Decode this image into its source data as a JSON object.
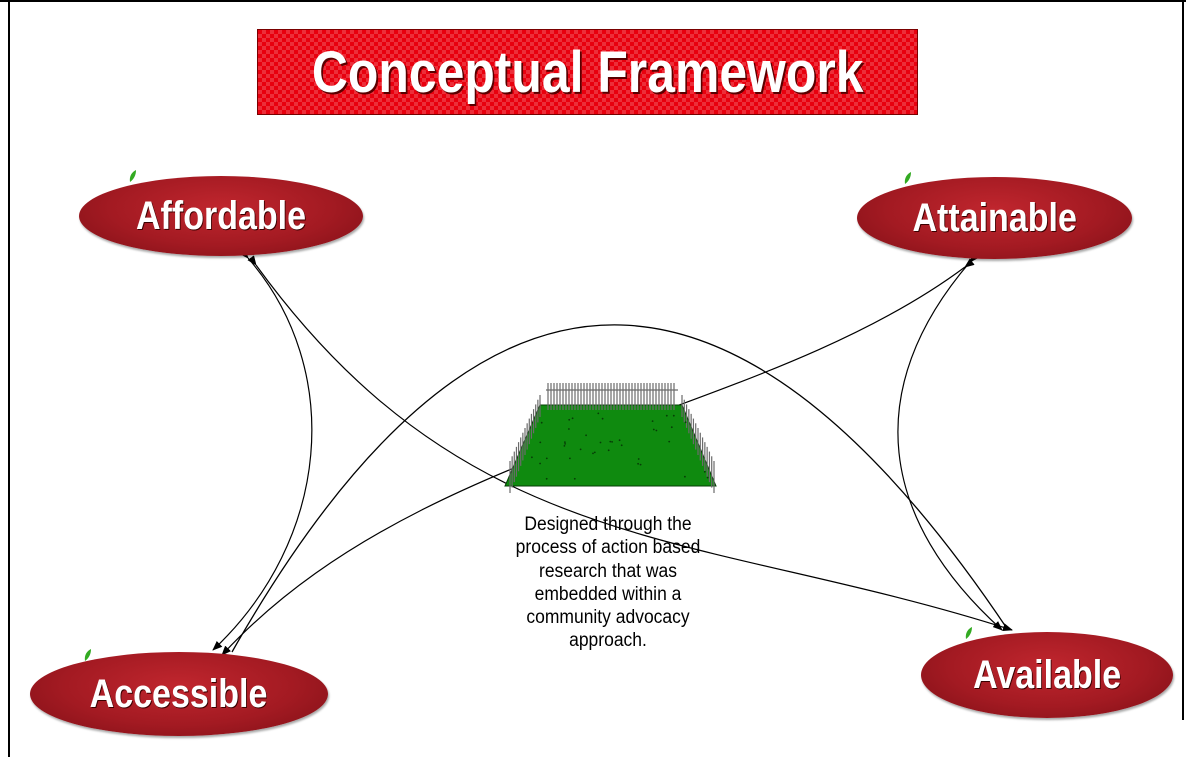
{
  "title": "Conceptual Framework",
  "nodes": {
    "affordable": "Affordable",
    "attainable": "Attainable",
    "accessible": "Accessible",
    "available": "Available"
  },
  "center": {
    "icon": "fenced-garden-icon",
    "caption": "Designed through the process of action based research that was embedded within a community advocacy approach."
  },
  "colors": {
    "title_bg": "#e8000e",
    "node_fill": "#a31a22",
    "node_text": "#ffffff",
    "garden_green": "#0f8a0f",
    "leaf_green": "#33aa22"
  }
}
